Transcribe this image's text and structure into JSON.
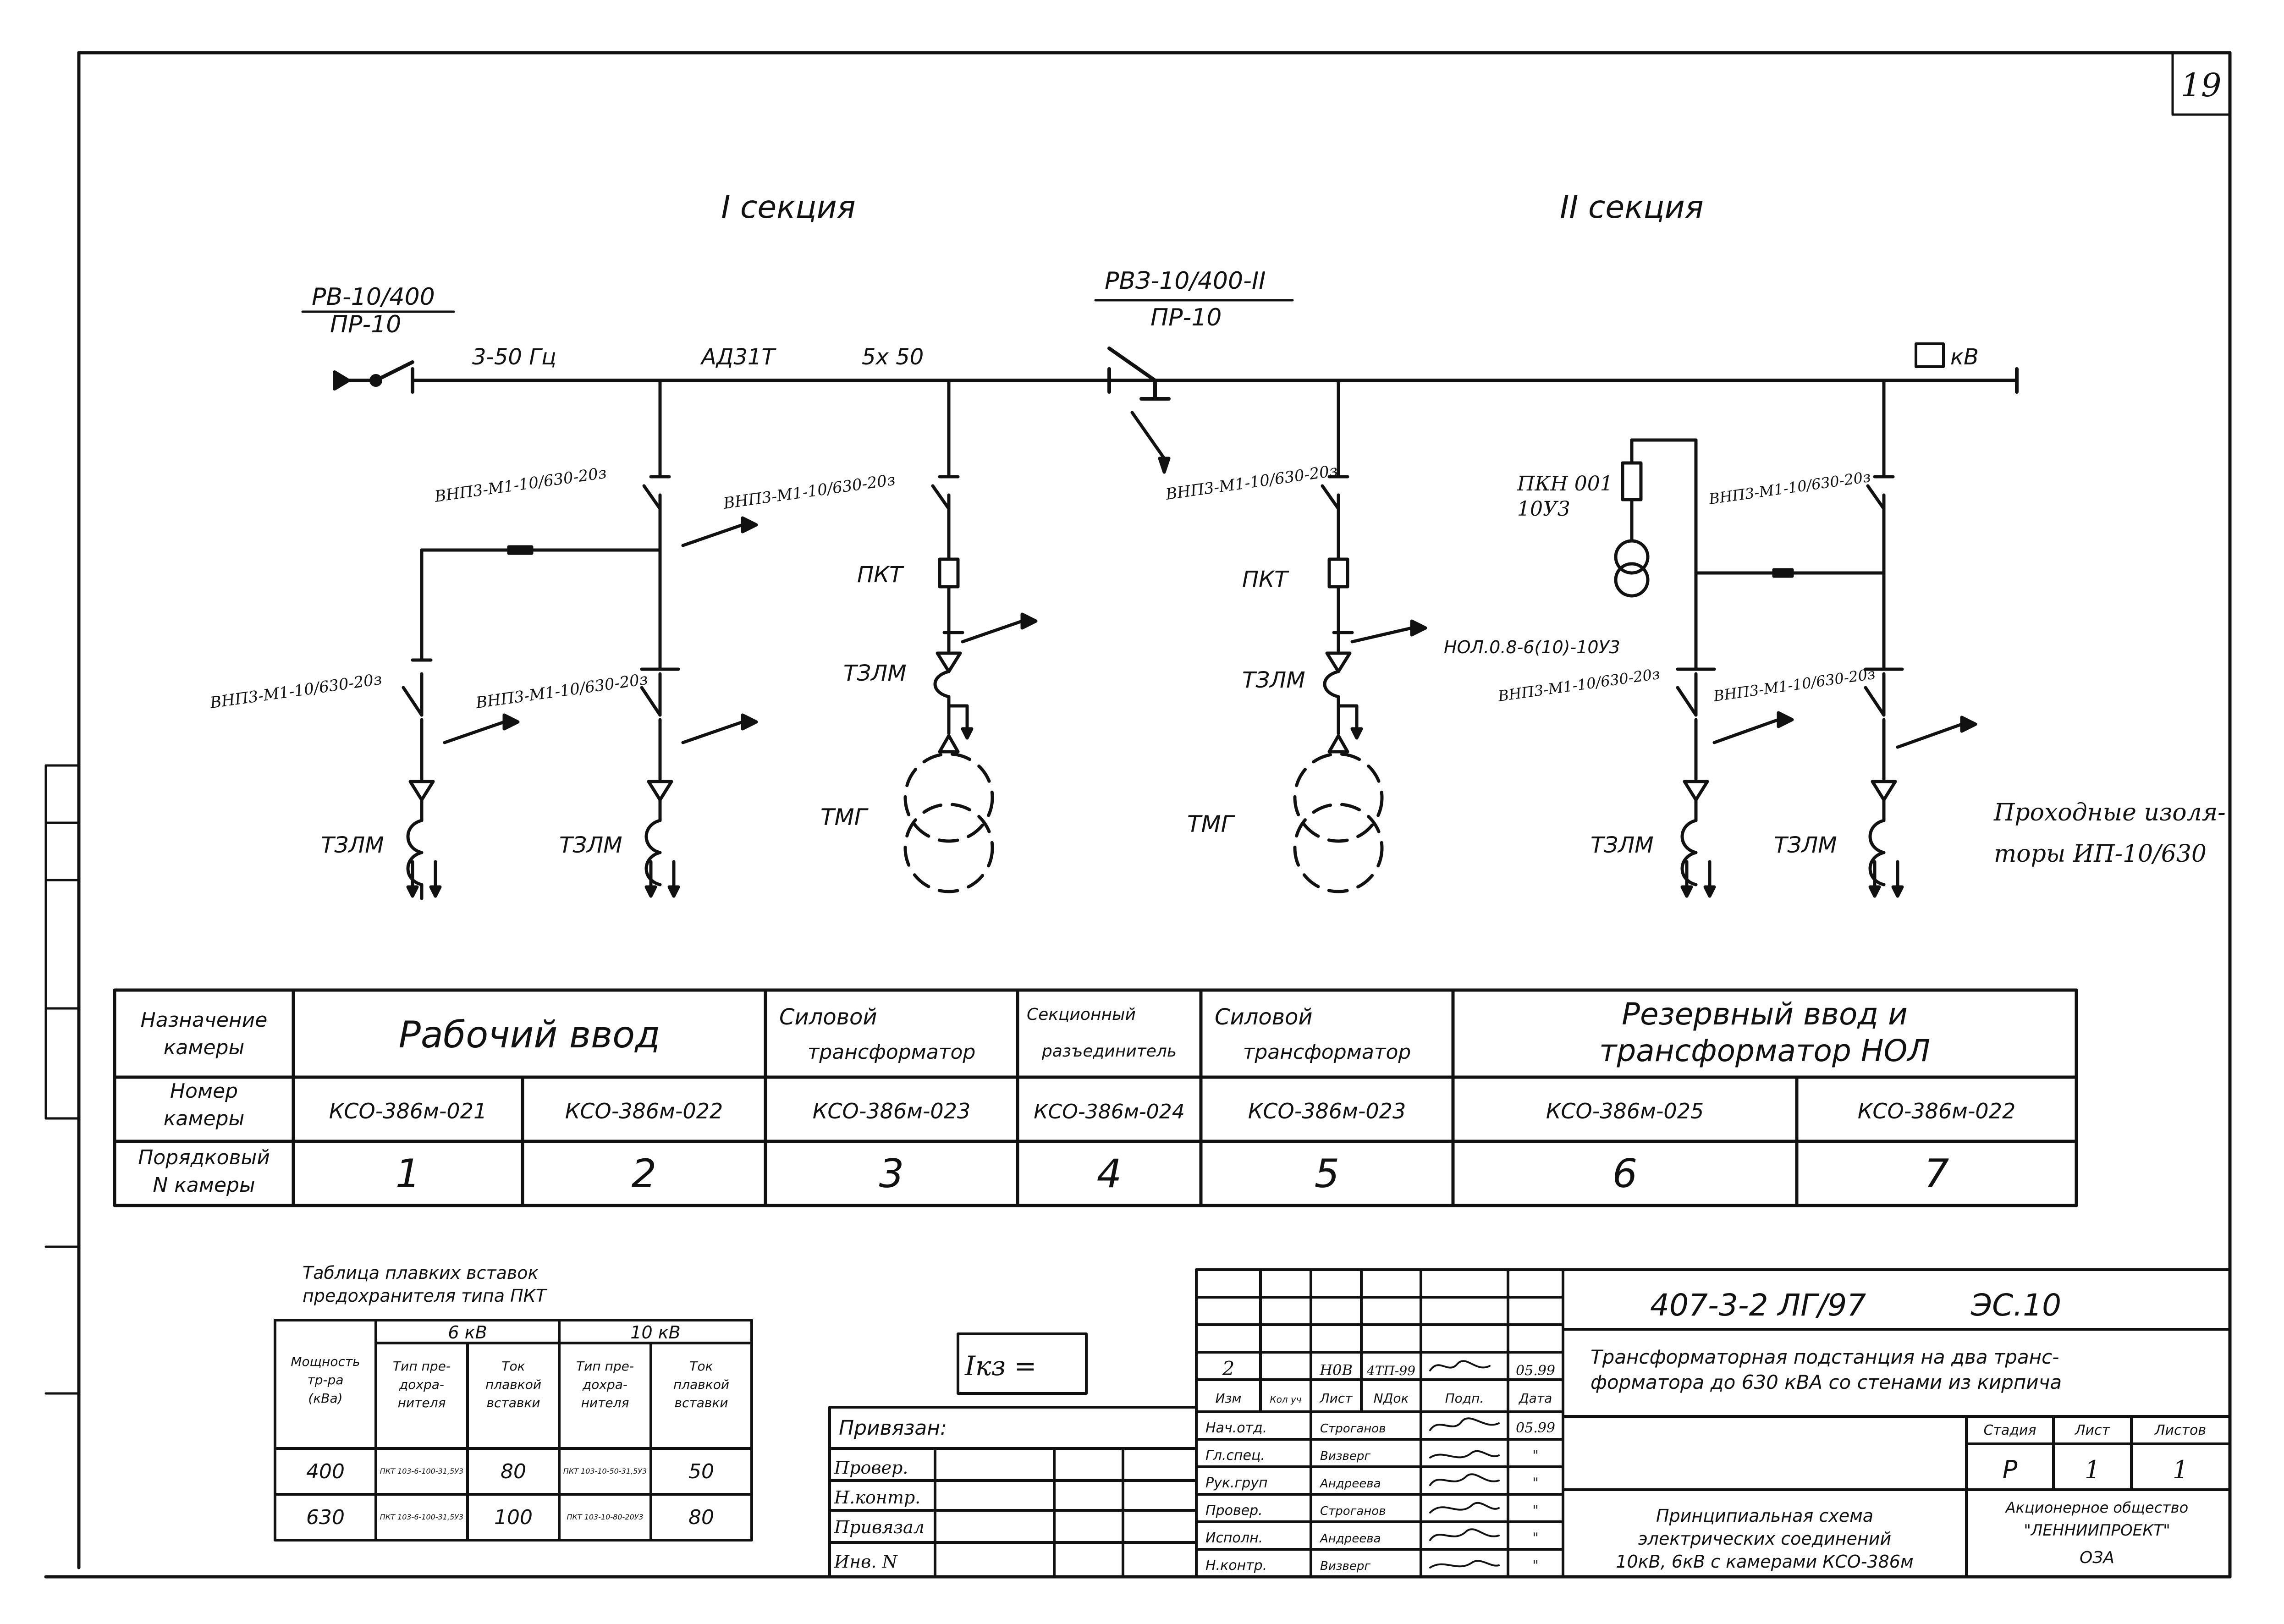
{
  "sheet_number": "19",
  "sections": {
    "first": "I секция",
    "second": "II секция"
  },
  "labels": {
    "rv_top": "РВ-10/400",
    "rv_bottom": "ПР-10",
    "rvz_top": "РВЗ-10/400-II",
    "rvz_bottom": "ПР-10",
    "bus_a": "3-50 Гц",
    "bus_b": "АД31Т",
    "bus_c": "5х 50",
    "kv": "кВ",
    "vnp_1": "ВНП3-М1-10/630-20з",
    "vnp_2": "ВНП3-М1-10/630-20з",
    "vnp_3": "ВНП3-М1-10/630-20з",
    "vnp_4": "ВНП3-М1-10/630-20з",
    "vnp_5": "ВНП3-М1-10/630-20з",
    "vnp_6": "ВНП3-М1-10/630-20з",
    "vnp_7": "ВНП3-М1-10/630-20з",
    "vnp_8": "ВНП3-М1-10/630-20з",
    "pkt_1": "ПКТ",
    "pkt_2": "ПКТ",
    "pkn_1": "ПКН 001",
    "pkn_2": "10У3",
    "nol": "НОЛ.0.8-6(10)-10У3",
    "tzlm": "ТЗЛМ",
    "tmg": "ТМГ",
    "insulators_1": "Проходные изоля-",
    "insulators_2": "торы ИП-10/630"
  },
  "chamber_table": {
    "row_headers": [
      [
        "Назначение",
        "камеры"
      ],
      [
        "Номер",
        "камеры"
      ],
      [
        "Порядковый",
        "N камеры"
      ]
    ],
    "purpose": [
      [
        "Рабочий ввод"
      ],
      [
        "Силовой",
        "трансформатор"
      ],
      [
        "Секционный",
        "разъединитель"
      ],
      [
        "Силовой",
        "трансформатор"
      ],
      [
        "Резервный ввод и",
        "трансформатор НОЛ"
      ]
    ],
    "numbers": [
      "КСО-386м-021",
      "КСО-386м-022",
      "КСО-386м-023",
      "КСО-386м-024",
      "КСО-386м-023",
      "КСО-386м-025",
      "КСО-386м-022"
    ],
    "ordinals": [
      "1",
      "2",
      "3",
      "4",
      "5",
      "6",
      "7"
    ]
  },
  "fuse_table": {
    "title_1": "Таблица плавких вставок",
    "title_2": "предохранителя типа ПКТ",
    "col_power": [
      "Мощность",
      "тр-ра",
      "(кВа)"
    ],
    "group_6": "6 кВ",
    "group_10": "10 кВ",
    "col_type": [
      "Тип пре-",
      "дохра-",
      "нителя"
    ],
    "col_current": [
      "Ток",
      "плавкой",
      "вставки"
    ],
    "rows": [
      {
        "power": "400",
        "type6": "ПКТ 103-6-100-31,5У3",
        "cur6": "80",
        "type10": "ПКТ 103-10-50-31,5У3",
        "cur10": "50"
      },
      {
        "power": "630",
        "type6": "ПКТ 103-6-100-31,5У3",
        "cur6": "100",
        "type10": "ПКТ 103-10-80-20У3",
        "cur10": "80"
      }
    ]
  },
  "ikz_label": "Iкз =",
  "binding": {
    "title": "Привязан:",
    "rows": [
      "Провер.",
      "Н.контр.",
      "Привязал",
      "Инв. N"
    ]
  },
  "title_block": {
    "code": "407-3-2 ЛГ/97",
    "sheet_code": "ЭС.10",
    "project_1": "Трансформаторная подстанция на два транс-",
    "project_2": "форматора до 630 кВА со стенами из кирпича",
    "rev": {
      "izm": "2",
      "list": "Н0В",
      "ndoc": "4ТП-99",
      "date": "05.99"
    },
    "header_cells": [
      "Изм",
      "Кол уч",
      "Лист",
      "NДок",
      "Подп.",
      "Дата"
    ],
    "staff": [
      {
        "role": "Нач.отд.",
        "name": "Строганов",
        "date": "05.99"
      },
      {
        "role": "Гл.спец.",
        "name": "Визверг",
        "date": "\""
      },
      {
        "role": "Рук.груп",
        "name": "Андреева",
        "date": "\""
      },
      {
        "role": "Провер.",
        "name": "Строганов",
        "date": "\""
      },
      {
        "role": "Исполн.",
        "name": "Андреева",
        "date": "\""
      },
      {
        "role": "Н.контр.",
        "name": "Визверг",
        "date": "\""
      }
    ],
    "stage_header": "Стадия",
    "sheet_header": "Лист",
    "sheets_header": "Листов",
    "stage": "Р",
    "sheet": "1",
    "sheets": "1",
    "doc_1": "Принципиальная схема",
    "doc_2": "электрических соединений",
    "doc_3": "10кВ, 6кВ с камерами КСО-386м",
    "org_1": "Акционерное общество",
    "org_2": "\"ЛЕННИИПРОЕКТ\"",
    "org_3": "ОЗА"
  }
}
